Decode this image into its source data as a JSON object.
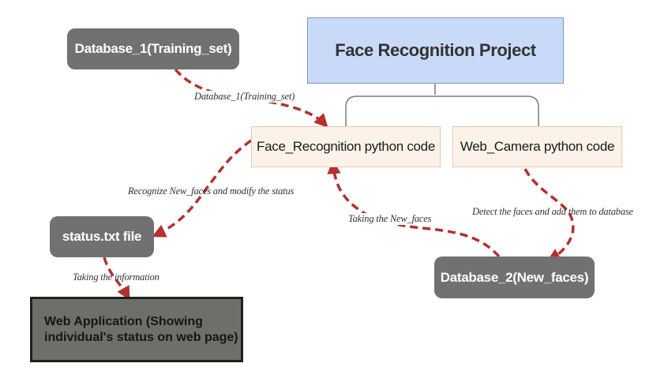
{
  "colors": {
    "arrow": "#b5302e",
    "tree_line": "#7a7a7a",
    "pill_fill": "#717171",
    "title_fill": "#c9daf8",
    "code_fill": "#fdf2e8",
    "webapp_fill": "#6f6f6a"
  },
  "nodes": {
    "title": "Face Recognition Project",
    "database_1": "Database_1(Training_set)",
    "face_recognition_code": "Face_Recognition python code",
    "web_camera_code": "Web_Camera python code",
    "status_file": "status.txt file",
    "database_2": "Database_2(New_faces)",
    "web_application": {
      "line1": "Web Application (Showing",
      "line2": "individual's status on web page)"
    }
  },
  "edge_labels": {
    "training_set": "Database_1(Training_set)",
    "recognize": "Recognize New_faces and modify the status",
    "taking_new_faces": "Taking the New_faces",
    "detect_faces": "Detect the faces and add them to database",
    "taking_information": "Taking the information"
  }
}
